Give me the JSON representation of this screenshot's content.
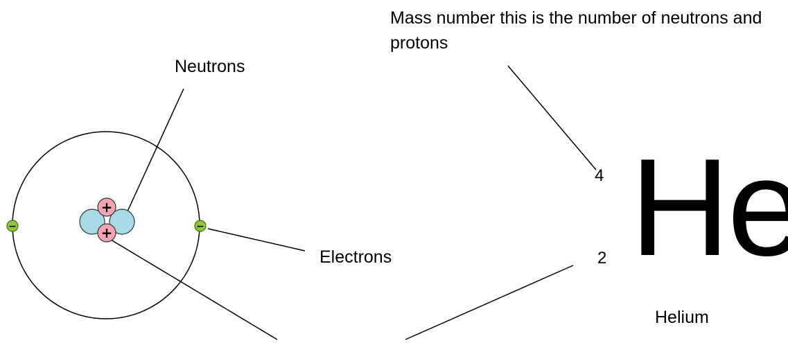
{
  "labels": {
    "mass_number_note": "Mass number this is the number of neutrons and protons",
    "neutrons": "Neutrons",
    "electrons": "Electrons"
  },
  "element": {
    "mass_number": "4",
    "atomic_number": "2",
    "symbol": "He",
    "name": "Helium"
  },
  "particles": {
    "proton_sign": "+",
    "electron_sign": "−"
  },
  "colors": {
    "proton": "#f2a6b4",
    "neutron": "#a9dbe6",
    "electron": "#8fc43c",
    "line": "#000000"
  }
}
